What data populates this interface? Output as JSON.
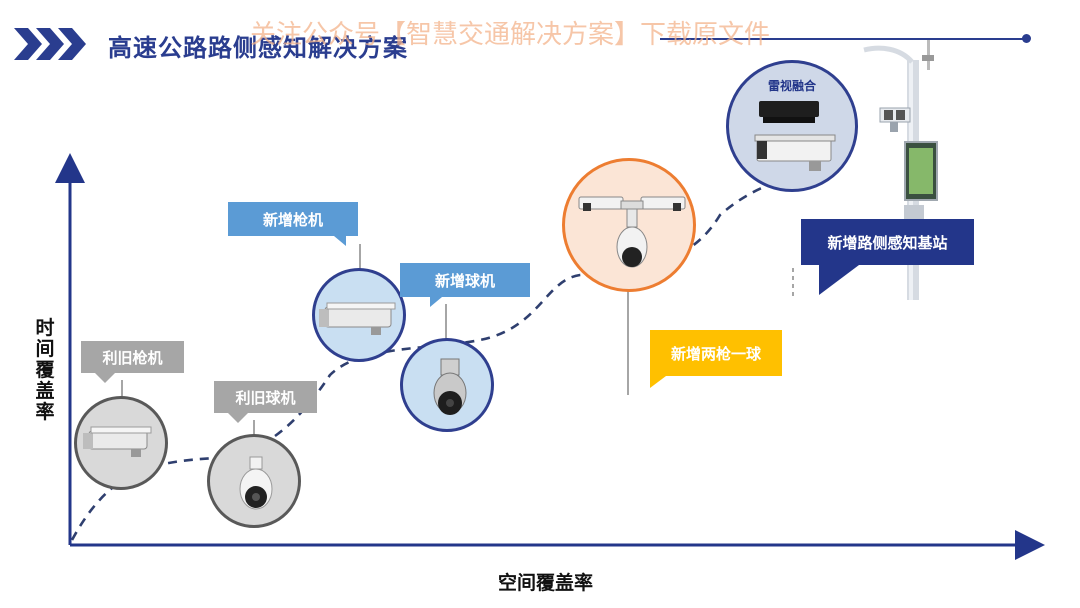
{
  "page": {
    "title": "高速公路路侧感知解决方案",
    "watermark": "关注公众号【智慧交通解决方案】下载原文件"
  },
  "axes": {
    "y_label": "时间覆盖率",
    "x_label": "空间覆盖率"
  },
  "stages": [
    {
      "id": "reuse-gun",
      "label": "利旧枪机",
      "style": "grey",
      "device": "bullet-camera"
    },
    {
      "id": "reuse-dome",
      "label": "利旧球机",
      "style": "grey",
      "device": "dome-camera"
    },
    {
      "id": "new-gun",
      "label": "新增枪机",
      "style": "blue",
      "device": "bullet-camera"
    },
    {
      "id": "new-dome",
      "label": "新增球机",
      "style": "blue",
      "device": "dome-camera"
    },
    {
      "id": "two-gun-one-dome",
      "label": "新增两枪一球",
      "style": "orange",
      "device": "two-bullet-one-dome"
    },
    {
      "id": "roadside-station",
      "label": "新增路侧感知基站",
      "style": "navy",
      "device": "radar-video-fusion",
      "circle_tag": "雷视融合"
    }
  ],
  "colors": {
    "accent": "#2a3d8f",
    "grey": "#a6a6a6",
    "blue": "#5b9bd5",
    "orange": "#ffc000",
    "navy": "#23368a",
    "curve": "#2f3f6f"
  }
}
